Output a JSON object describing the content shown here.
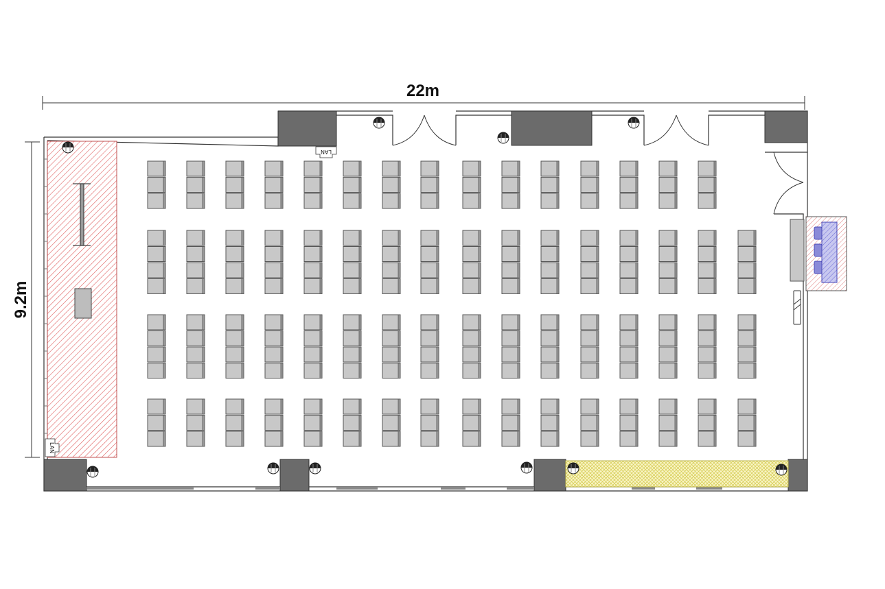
{
  "dimensions": {
    "width_label": "22m",
    "height_label": "9.2m"
  },
  "labels": {
    "lan_top": "LAN",
    "lan_bottom_left": "LAN"
  },
  "seating": {
    "chair_columns": 16,
    "blocks": [
      {
        "rows": 3,
        "first_column_empty": false,
        "last_column_empty": true
      },
      {
        "rows": 4,
        "first_column_empty": false,
        "last_column_empty": false
      },
      {
        "rows": 4,
        "first_column_empty": false,
        "last_column_empty": false
      },
      {
        "rows": 3,
        "first_column_empty": false,
        "last_column_empty": false
      }
    ]
  },
  "colors": {
    "wall": "#6b6b6b",
    "chair_fill": "#c8c8c8",
    "chair_stroke": "#555555",
    "stage_hatch": "#e06060",
    "yellow_hatch": "#e6df6a",
    "blue_hatch": "#6b6bd6",
    "line": "#333333"
  }
}
